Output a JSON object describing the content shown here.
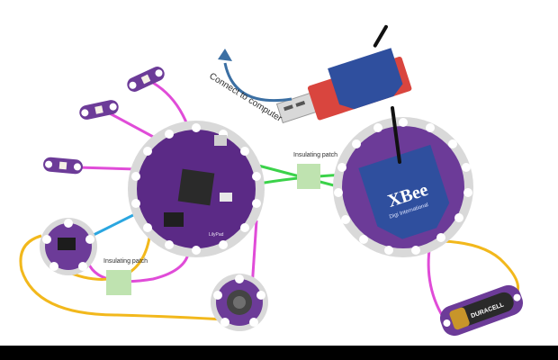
{
  "annotations": {
    "connect_label": "Connect to computer",
    "patch_label_top": "Insulating patch",
    "patch_label_bottom": "Insulating patch"
  },
  "boards": {
    "main_board_brand": "LilyPad",
    "xbee_brand": "XBee",
    "xbee_sub": "Digi International",
    "battery_brand": "DURACELL"
  },
  "colors": {
    "board_purple": "#5b2a86",
    "petal_purple": "#7a47a8",
    "wire_magenta": "#e04cd8",
    "wire_green": "#3bd24a",
    "wire_yellow": "#f2b81c",
    "wire_cyan": "#2aa6e0",
    "patch_green": "#bfe3b0",
    "arrow_blue": "#3b6fa3",
    "dongle_red": "#d9453e",
    "xbee_blue": "#2f4f9e"
  }
}
